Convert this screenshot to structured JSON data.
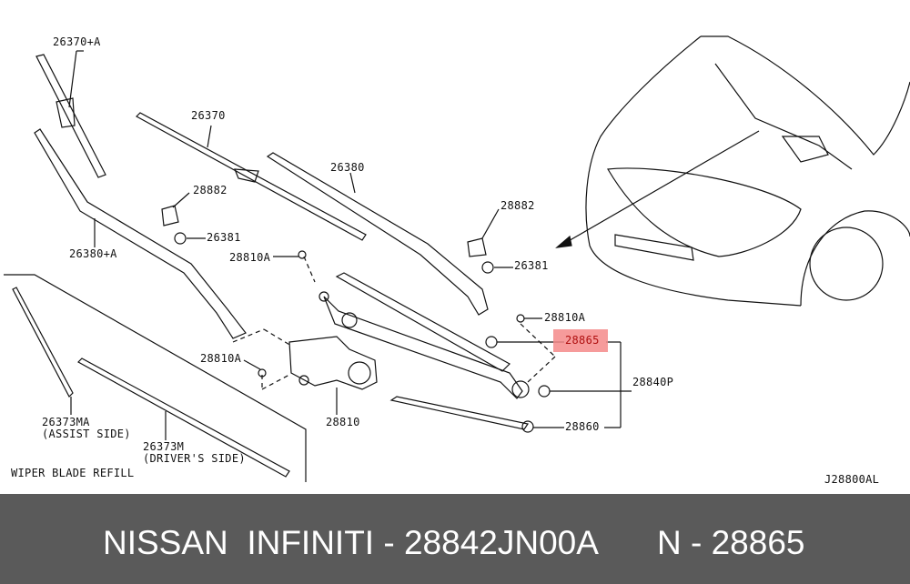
{
  "labels": {
    "p26370A": "26370+A",
    "p26370": "26370",
    "p26380": "26380",
    "p28882a": "28882",
    "p28882b": "28882",
    "p26381a": "26381",
    "p26381b": "26381",
    "p26380A": "26380+A",
    "p28810Aa": "28810A",
    "p28810Ab": "28810A",
    "p28810Ac": "28810A",
    "p28865": "28865",
    "p28840P": "28840P",
    "p28810": "28810",
    "p28860": "28860",
    "p26373MA": "26373MA",
    "assist_side": "(ASSIST SIDE)",
    "p26373M": "26373M",
    "drivers_side": "(DRIVER'S SIDE)",
    "refill_title": "WIPER BLADE REFILL",
    "diagram_code": "J28800AL"
  },
  "highlight_color": "#f48a8a",
  "footer": {
    "brand": "NISSAN  INFINITI - 28842JN00A",
    "part": "N - 28865"
  }
}
